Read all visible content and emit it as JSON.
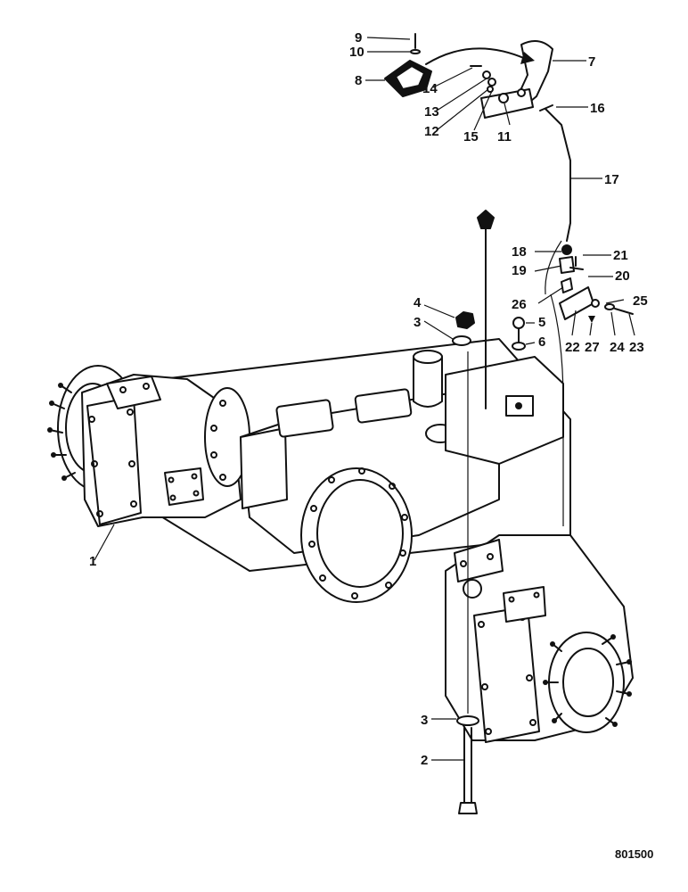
{
  "drawing_ref": "801500",
  "callouts": [
    "1",
    "2",
    "3",
    "3",
    "4",
    "5",
    "6",
    "7",
    "8",
    "9",
    "10",
    "11",
    "12",
    "13",
    "14",
    "15",
    "16",
    "17",
    "18",
    "19",
    "20",
    "21",
    "22",
    "23",
    "24",
    "25",
    "26",
    "27"
  ]
}
